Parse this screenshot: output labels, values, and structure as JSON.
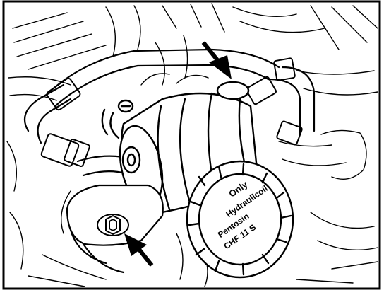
{
  "figure": {
    "cap_text": {
      "line1": "Only",
      "line2": "Hydraulicoil",
      "line3": "Pentosin",
      "line4": "CHF 11 S"
    },
    "colors": {
      "ink": "#000000",
      "paper": "#ffffff"
    },
    "icons": [
      "arrow-down-right-icon",
      "arrow-up-right-icon",
      "hex-bolt-icon"
    ]
  }
}
